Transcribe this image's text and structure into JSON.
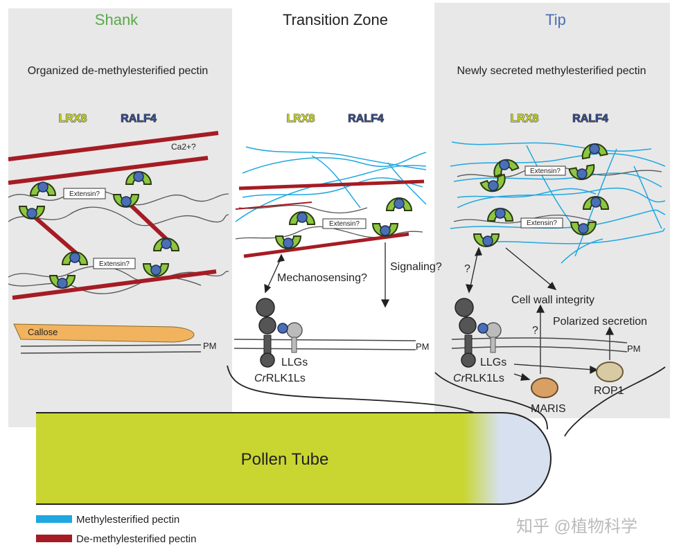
{
  "panels": {
    "shank": {
      "title": "Shank",
      "subtitle": "Organized de-methylesterified pectin",
      "ca_label": "Ca2+?",
      "callose": "Callose",
      "pm": "PM"
    },
    "transition": {
      "title": "Transition Zone",
      "mechanosensing": "Mechanosensing?",
      "signaling": "Signaling?",
      "llgs": "LLGs",
      "crrlk1ls_prefix": "Cr",
      "crrlk1ls_rest": "RLK1Ls",
      "pm": "PM"
    },
    "tip": {
      "title": "Tip",
      "subtitle": "Newly secreted methylesterified pectin",
      "question1": "?",
      "question2": "?",
      "cell_wall": "Cell wall integrity",
      "polarized": "Polarized secretion",
      "llgs": "LLGs",
      "crrlk1ls_prefix": "Cr",
      "crrlk1ls_rest": "RLK1Ls",
      "maris": "MARIS",
      "rop1": "ROP1",
      "pm": "PM"
    }
  },
  "molecules": {
    "lrx8": "LRX8",
    "ralf4": "RALF4",
    "extensin": "Extensin?"
  },
  "pollen_tube_label": "Pollen Tube",
  "legend": [
    {
      "label": "Methylesterified pectin",
      "color": "#1ea7e0"
    },
    {
      "label": "De-methylesterified pectin",
      "color": "#a51c24"
    }
  ],
  "watermark": "知乎 @植物科学",
  "colors": {
    "shank_title": "#5aa84a",
    "tip_title": "#4a6fb5",
    "lrx8": "#c8d62a",
    "ralf4": "#3b4f8c",
    "panel_bg": "#e8e8e8",
    "tube_green": "#c9d631",
    "tube_tip": "#d6e0ef",
    "callose": "#f2b35e",
    "lrx_fill": "#8dc63f",
    "ralf_fill": "#4a6fb5"
  }
}
